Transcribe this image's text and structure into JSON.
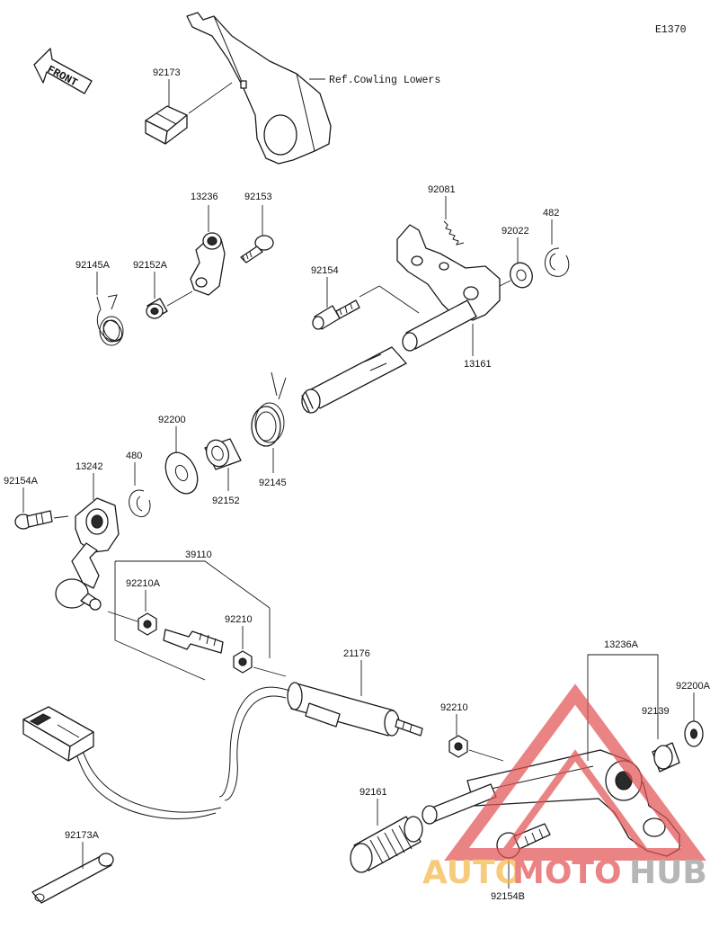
{
  "diagram_code": "E1370",
  "front_label": "FRONT",
  "reference_note": "Ref.Cowling Lowers",
  "parts": {
    "p92173": "92173",
    "p13236": "13236",
    "p92153": "92153",
    "p92081": "92081",
    "p482": "482",
    "p92022": "92022",
    "p92145A": "92145A",
    "p92152A": "92152A",
    "p92154": "92154",
    "p13161": "13161",
    "p92200": "92200",
    "p480": "480",
    "p92154A": "92154A",
    "p13242": "13242",
    "p92152": "92152",
    "p92145": "92145",
    "p39110": "39110",
    "p92210A": "92210A",
    "p92210": "92210",
    "p21176": "21176",
    "p92210b": "92210",
    "p13236A": "13236A",
    "p92139": "92139",
    "p92200A": "92200A",
    "p92161": "92161",
    "p92173A": "92173A",
    "p92154B": "92154B"
  },
  "watermark": {
    "part1": "AUTO",
    "part2": "MOTO",
    "part3": "HUB",
    "color1": "#f5b84a",
    "color2": "#e35454",
    "color3": "#9a9a9a"
  }
}
